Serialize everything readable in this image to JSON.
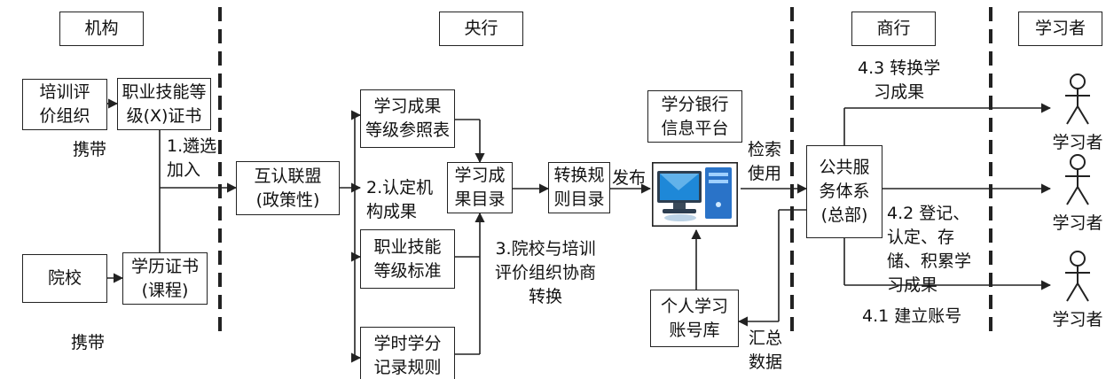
{
  "headers": {
    "institution": "机构",
    "central_bank": "央行",
    "commercial_bank": "商行",
    "learner": "学习者"
  },
  "boxes": {
    "training_org": "培训评\n价组织",
    "x_cert": "职业技能等\n级(X)证书",
    "college": "院校",
    "diploma": "学历证书\n(课程)",
    "alliance": "互认联盟\n(政策性)",
    "reference_table": "学习成果\n等级参照表",
    "skill_standard": "职业技能\n等级标准",
    "credit_rules": "学时学分\n记录规则",
    "outcome_catalog": "学习成\n果目录",
    "conversion_rules": "转换规\n则目录",
    "platform_title": "学分银行\n信息平台",
    "personal_account": "个人学习\n账号库",
    "public_service": "公共服\n务体系\n(总部)"
  },
  "labels": {
    "carry_1": "携带",
    "carry_2": "携带",
    "step1": "1.遴选\n加入",
    "step2": "2.认定机\n构成果",
    "step3": "3.院校与培训\n评价组织协商\n转换",
    "publish": "发布",
    "retrieve": "检索\n使用",
    "aggregate": "汇总\n数据",
    "step43": "4.3 转换学\n习成果",
    "step42": "4.2 登记、\n认定、存\n储、积累学\n习成果",
    "step41": "4.1 建立账号"
  },
  "learners": [
    "学习者",
    "学习者",
    "学习者"
  ],
  "icons": {
    "computer": "computer-icon",
    "learner": "stick-figure-icon"
  },
  "colors": {
    "line": "#222222",
    "screen": "#1e88d8",
    "tower": "#2a73c8"
  }
}
